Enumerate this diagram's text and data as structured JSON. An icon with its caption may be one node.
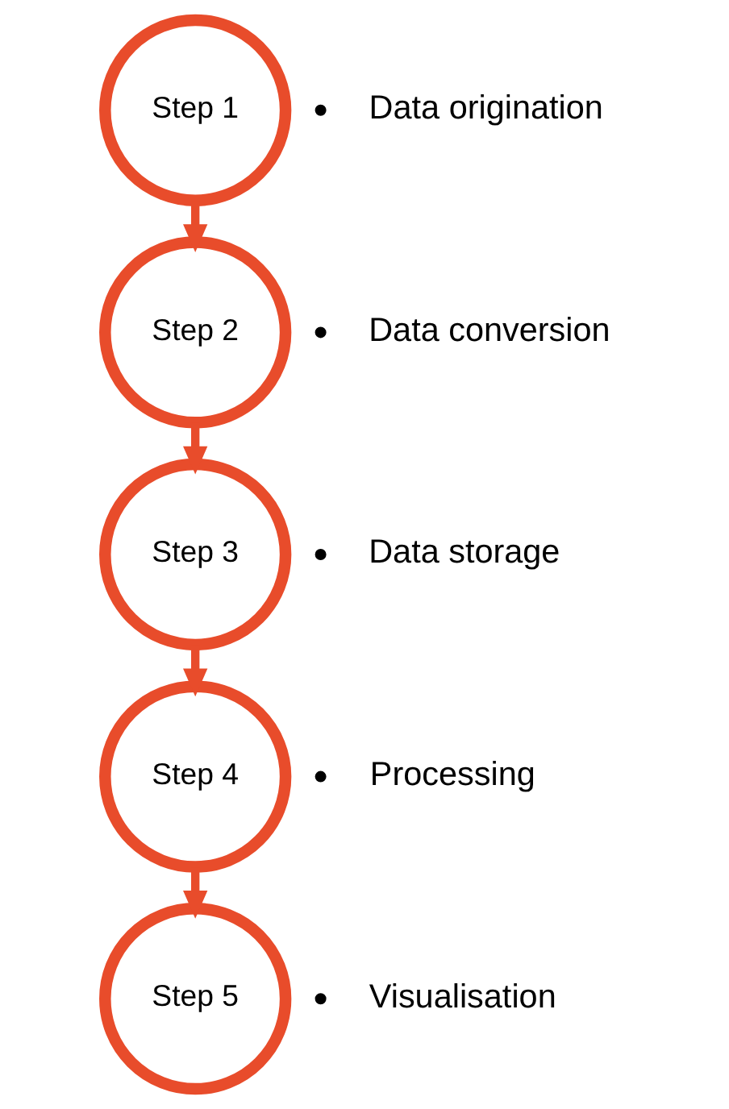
{
  "diagram": {
    "nodes": [
      {
        "text": [
          "Step 1"
        ],
        "beside": [
          "Data origination"
        ]
      },
      {
        "text": [
          "Step 2"
        ],
        "beside": [
          "Data conversion"
        ]
      },
      {
        "text": [
          "Step 3"
        ],
        "beside": [
          "Data storage"
        ]
      },
      {
        "text": [
          "Step 4"
        ],
        "beside": [
          "Processing"
        ]
      },
      {
        "text": [
          "Step 5"
        ],
        "beside": [
          "Visualisation"
        ]
      }
    ],
    "edges": [
      {
        "from": 0,
        "to": 1,
        "arrow": "to"
      },
      {
        "from": 1,
        "to": 2,
        "arrow": "to"
      },
      {
        "from": 2,
        "to": 3,
        "arrow": "to"
      },
      {
        "from": 3,
        "to": 4,
        "arrow": "to"
      }
    ]
  }
}
